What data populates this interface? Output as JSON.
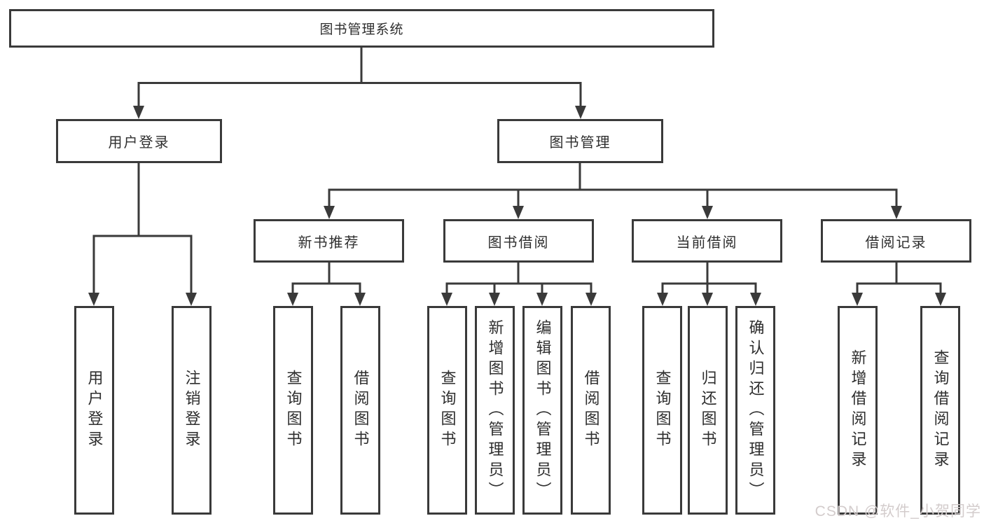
{
  "diagram": {
    "type": "hierarchy",
    "tree": {
      "label": "图书管理系统",
      "children": [
        {
          "label": "用户登录",
          "children": [
            {
              "label": "用户登录"
            },
            {
              "label": "注销登录"
            }
          ]
        },
        {
          "label": "图书管理",
          "children": [
            {
              "label": "新书推荐",
              "children": [
                {
                  "label": "查询图书"
                },
                {
                  "label": "借阅图书"
                }
              ]
            },
            {
              "label": "图书借阅",
              "children": [
                {
                  "label": "查询图书"
                },
                {
                  "label": "新增图书（管理员）"
                },
                {
                  "label": "编辑图书（管理员）"
                },
                {
                  "label": "借阅图书"
                }
              ]
            },
            {
              "label": "当前借阅",
              "children": [
                {
                  "label": "查询图书"
                },
                {
                  "label": "归还图书"
                },
                {
                  "label": "确认归还（管理员）"
                }
              ]
            },
            {
              "label": "借阅记录",
              "children": [
                {
                  "label": "新增借阅记录"
                },
                {
                  "label": "查询借阅记录"
                }
              ]
            }
          ]
        }
      ]
    },
    "line_color": "#3a3a3a",
    "watermark": "CSDN @软件_小贺同学"
  }
}
